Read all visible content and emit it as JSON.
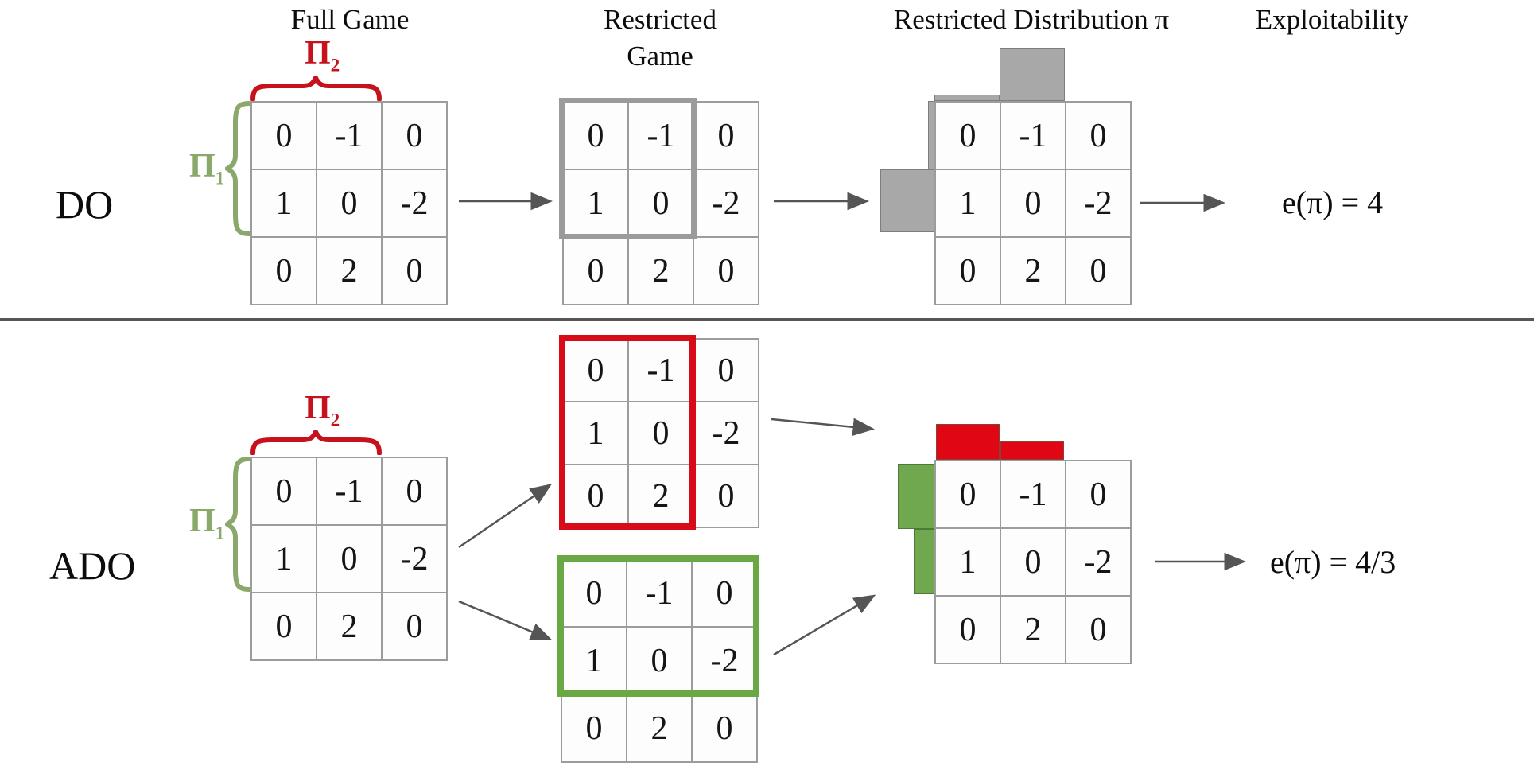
{
  "headers": {
    "full_game": "Full Game",
    "restricted_game_line1": "Restricted",
    "restricted_game_line2": "Game",
    "restricted_distribution": "Restricted Distribution π",
    "exploitability": "Exploitability"
  },
  "matrix": {
    "rows": [
      [
        "0",
        "-1",
        "0"
      ],
      [
        "1",
        "0",
        "-2"
      ],
      [
        "0",
        "2",
        "0"
      ]
    ]
  },
  "policy_labels": {
    "pi1": {
      "base": "Π",
      "sub": "1"
    },
    "pi2": {
      "base": "Π",
      "sub": "2"
    }
  },
  "rows": {
    "do": {
      "label": "DO",
      "exploitability": "e(π) = 4"
    },
    "ado": {
      "label": "ADO",
      "exploitability": "e(π) = 4/3"
    }
  },
  "colors": {
    "red": "#d70c18",
    "green": "#6aa843",
    "green_bar": "#6fa84e",
    "green_label": "#8aa86a",
    "gray_bar": "#a8a8a8",
    "gray_restricted_border": "#9b9b9b",
    "grid_line": "#9c9c9c",
    "arrow": "#555555"
  }
}
